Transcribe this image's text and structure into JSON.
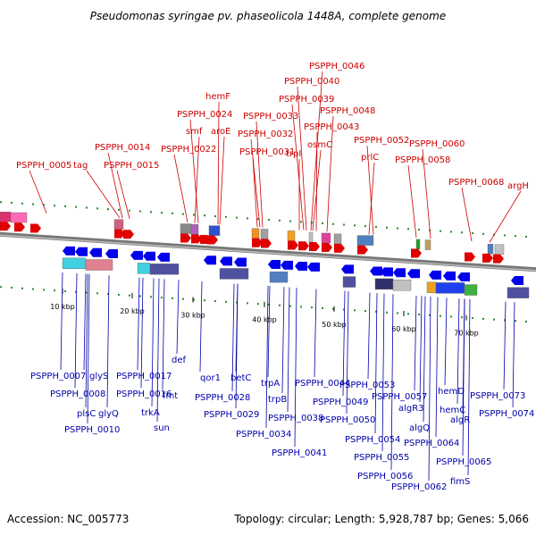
{
  "title": "Pseudomonas syringae pv. phaseolicola 1448A, complete genome",
  "footer": {
    "accession": "Accession: NC_005773",
    "summary": "Topology: circular; Length: 5,928,787 bp; Genes: 5,066"
  },
  "scale_ticks": [
    "10 kbp",
    "20 kbp",
    "30 kbp",
    "40 kbp",
    "50 kbp",
    "60 kbp",
    "70 kbp"
  ],
  "forward_genes": [
    "PSPPH_0005",
    "tag",
    "PSPPH_0014",
    "PSPPH_0015",
    "PSPPH_0022",
    "smf",
    "PSPPH_0024",
    "hemF",
    "aroE",
    "PSPPH_0031",
    "PSPPH_0032",
    "PSPPH_0033",
    "trpI",
    "PSPPH_0039",
    "PSPPH_0040",
    "PSPPH_0046",
    "osmC",
    "PSPPH_0043",
    "PSPPH_0048",
    "prlC",
    "PSPPH_0052",
    "PSPPH_0058",
    "PSPPH_0060",
    "PSPPH_0068",
    "argH"
  ],
  "reverse_genes": [
    "PSPPH_0007",
    "PSPPH_0008",
    "glyS",
    "plsC",
    "glyQ",
    "PSPPH_0010",
    "PSPPH_0017",
    "PSPPH_0016",
    "trkA",
    "fmt",
    "sun",
    "def",
    "qor1",
    "PSPPH_0028",
    "betC",
    "PSPPH_0029",
    "trpA",
    "PSPPH_0034",
    "trpB",
    "PSPPH_0038",
    "PSPPH_0041",
    "PSPPH_0044",
    "PSPPH_0049",
    "PSPPH_0050",
    "PSPPH_0053",
    "PSPPH_0054",
    "PSPPH_0055",
    "PSPPH_0056",
    "algR3",
    "PSPPH_0057",
    "algQ",
    "hemD",
    "PSPPH_0064",
    "hemC",
    "PSPPH_0062",
    "PSPPH_0065",
    "algR",
    "fimS",
    "PSPPH_0073",
    "PSPPH_0074"
  ]
}
